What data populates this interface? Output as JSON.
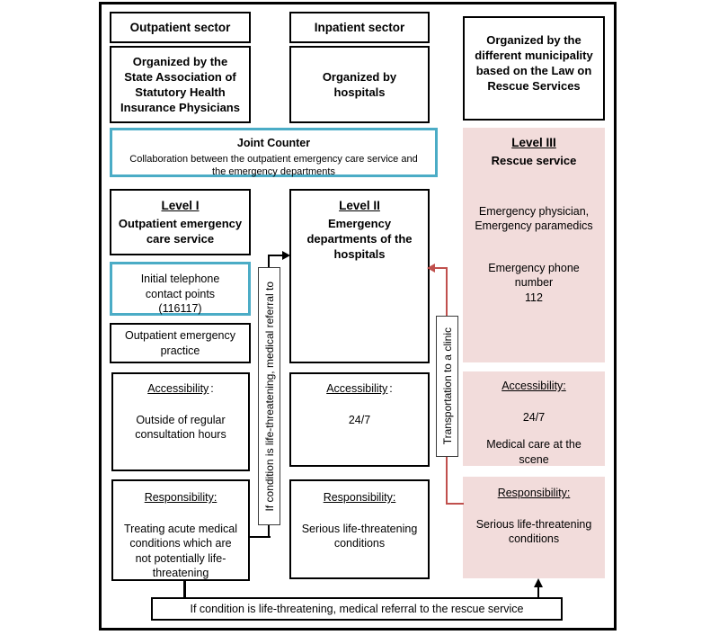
{
  "colors": {
    "cyan_accent": "#4bacc6",
    "pink_fill": "#f2dcdb",
    "red_connector": "#c0504d"
  },
  "sectors": {
    "outpatient_header": "Outpatient sector",
    "inpatient_header": "Inpatient sector",
    "outpatient_org": "Organized by the State Association of Statutory Health Insurance Physicians",
    "inpatient_org": "Organized by hospitals",
    "rescue_org": "Organized by the different municipality based on the Law on Rescue Services"
  },
  "joint_counter": {
    "title": "Joint Counter",
    "subtitle": "Collaboration between the outpatient emergency care service and the emergency departments"
  },
  "levels": {
    "level1_title": "Level I",
    "level1_subtitle": "Outpatient emergency care service",
    "level2_title": "Level II",
    "level2_subtitle": "Emergency departments of the hospitals",
    "level3_title": "Level III",
    "level3_subtitle": "Rescue service"
  },
  "outpatient": {
    "telephone": "Initial telephone contact points (116117)",
    "practice": "Outpatient emergency practice",
    "accessibility_label": "Accessibility",
    "accessibility_colon": ":",
    "accessibility_body": "Outside of regular consultation hours",
    "responsibility_label": "Responsibility:",
    "responsibility_body": "Treating acute medical conditions which are not potentially life-threatening"
  },
  "inpatient": {
    "accessibility_label": "Accessibility",
    "accessibility_colon": ":",
    "accessibility_body": "24/7",
    "responsibility_label": "Responsibility:",
    "responsibility_body": "Serious life-threatening conditions"
  },
  "rescue": {
    "staff": "Emergency physician, Emergency paramedics",
    "phone_label": "Emergency phone number",
    "phone_number": "112",
    "accessibility_label": "Accessibility:",
    "accessibility_body_1": "24/7",
    "accessibility_body_2": "Medical care at the scene",
    "responsibility_label": "Responsibility:",
    "responsibility_body": "Serious life-threatening conditions"
  },
  "connectors": {
    "referral_to_level2": "If condition is life-threatening, medical referral to",
    "transport_to_clinic": "Transportation to a clinic",
    "bottom_banner": "If condition is life-threatening, medical referral to the rescue service"
  }
}
